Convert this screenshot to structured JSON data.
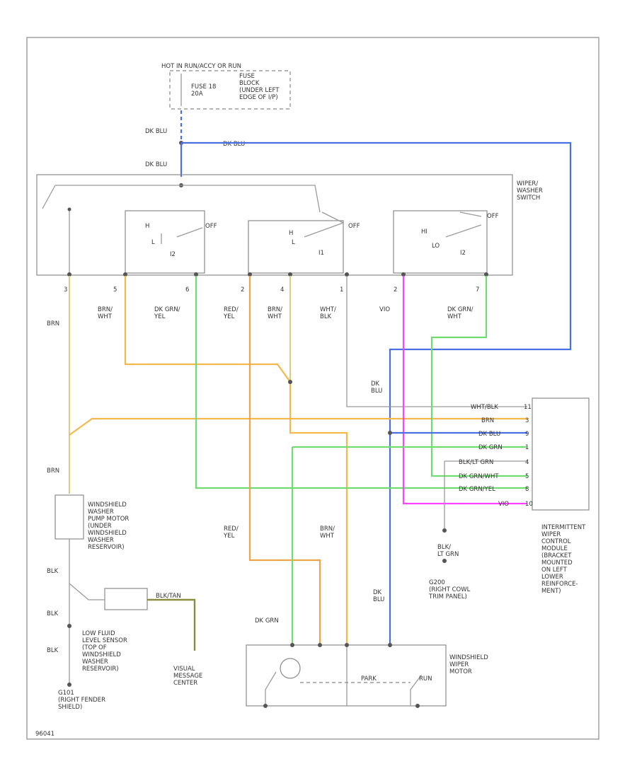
{
  "top": {
    "hot_label": "HOT IN RUN/ACCY OR RUN",
    "fuse_label": "FUSE 18\n20A",
    "fuse_block": "FUSE\nBLOCK\n(UNDER LEFT\nEDGE OF I/P)"
  },
  "wire_colors": {
    "dk_blu": "DK BLU",
    "dk_blu_2": "DK BLU",
    "dk_blu_horiz": "DK BLU"
  },
  "switch": {
    "title": "WIPER/\nWASHER\nSWITCH",
    "off1": "OFF",
    "off2": "OFF",
    "off3": "OFF",
    "h1": "H",
    "l1": "L",
    "i2_1": "I2",
    "h2": "H",
    "l2": "L",
    "i1": "I1",
    "hi": "HI",
    "lo": "LO",
    "i2_2": "I2"
  },
  "pins": [
    "3",
    "5",
    "6",
    "2",
    "4",
    "1",
    "2",
    "7"
  ],
  "pin_wires": [
    "BRN/\nWHT",
    "DK GRN/\nYEL",
    "RED/\nYEL",
    "BRN/\nWHT",
    "WHT/\nBLK",
    "VIO",
    "DK GRN/\nWHT"
  ],
  "left_brn": "BRN",
  "module": {
    "wires": [
      "WHT/BLK",
      "BRN",
      "DK BLU",
      "DK GRN",
      "BLK/LT GRN",
      "DK GRN/WHT",
      "DK GRN/YEL",
      "VIO"
    ],
    "pins": [
      "11",
      "3",
      "9",
      "1",
      "4",
      "5",
      "8",
      "10"
    ],
    "label": "INTERMITTENT\nWIPER\nCONTROL\nMODULE\n(BRACKET\nMOUNTED\nON LEFT\nLOWER\nREINFORCE-\nMENT)"
  },
  "dk_blu_mid": "DK\nBLU",
  "pump": {
    "label": "WINDSHIELD\nWASHER\nPUMP MOTOR\n(UNDER\nWINDSHIELD\nWASHER\nRESERVOIR)",
    "brn": "BRN"
  },
  "ground_left": {
    "blk1": "BLK",
    "blk2": "BLK",
    "blk3": "BLK",
    "label": "G101\n(RIGHT FENDER\nSHIELD)"
  },
  "fluid_sensor": {
    "label": "LOW FLUID\nLEVEL SENSOR\n(TOP OF\nWINDSHIELD\nWASHER\nRESERVOIR)",
    "wire": "BLK/TAN"
  },
  "vmc": "VISUAL\nMESSAGE\nCENTER",
  "red_yel_lower": "RED/\nYEL",
  "brn_wht_lower": "BRN/\nWHT",
  "dk_blu_lower": "DK\nBLU",
  "dk_grn_lower": "DK GRN",
  "ground_mid": {
    "wire": "BLK/\nLT GRN",
    "label": "G200\n(RIGHT COWL\nTRIM PANEL)"
  },
  "motor": {
    "label": "WINDSHIELD\nWIPER\nMOTOR",
    "park": "PARK",
    "run": "RUN"
  },
  "code": "96041"
}
